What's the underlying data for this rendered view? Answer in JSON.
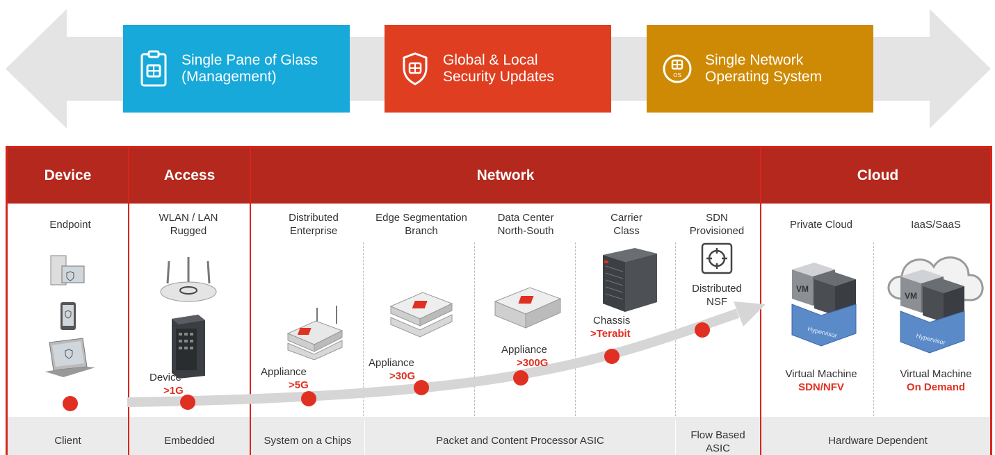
{
  "banner": {
    "boxes": [
      {
        "line1": "Single Pane of Glass",
        "line2": "(Management)",
        "color": "#16a9d9",
        "icon": "clipboard-icon"
      },
      {
        "line1": "Global & Local",
        "line2": "Security Updates",
        "color": "#e03e20",
        "icon": "shield-icon"
      },
      {
        "line1": "Single Network",
        "line2": "Operating System",
        "color": "#cf8a05",
        "icon": "os-icon",
        "icon_text": "OS"
      }
    ]
  },
  "headers": {
    "device": "Device",
    "access": "Access",
    "network": "Network",
    "cloud": "Cloud"
  },
  "columns": {
    "endpoint": "Endpoint",
    "wlan": {
      "line1": "WLAN / LAN",
      "line2": "Rugged"
    },
    "distributed": {
      "line1": "Distributed",
      "line2": "Enterprise"
    },
    "edge": {
      "line1": "Edge Segmentation",
      "line2": "Branch"
    },
    "datacenter": {
      "line1": "Data Center",
      "line2": "North-South"
    },
    "carrier": {
      "line1": "Carrier",
      "line2": "Class"
    },
    "sdn": {
      "line1": "SDN",
      "line2": "Provisioned"
    },
    "sdn_sub": {
      "line1": "Distributed",
      "line2": "NSF"
    },
    "private_cloud": "Private Cloud",
    "iaas": "IaaS/SaaS"
  },
  "speeds": {
    "device": {
      "label": "Device",
      "value": ">1G"
    },
    "appliance1": {
      "label": "Appliance",
      "value": ">5G"
    },
    "appliance2": {
      "label": "Appliance",
      "value": ">30G"
    },
    "appliance3": {
      "label": "Appliance",
      "value": ">300G"
    },
    "chassis": {
      "label": "Chassis",
      "value": ">Terabit"
    },
    "vm1": {
      "label": "Virtual Machine",
      "value": "SDN/NFV"
    },
    "vm2": {
      "label": "Virtual Machine",
      "value": "On Demand"
    }
  },
  "device_labels": {
    "vm": "VM",
    "hypervisor": "Hypervisor"
  },
  "footer": {
    "client": "Client",
    "embedded": "Embedded",
    "soc": "System on a Chips",
    "asic": "Packet  and Content Processor ASIC",
    "flow": {
      "line1": "Flow Based",
      "line2": "ASIC"
    },
    "hardware": "Hardware Dependent"
  },
  "colors": {
    "accent_red": "#e03022",
    "header_red": "#b4281d",
    "arrow_gray": "#e6e6e6"
  }
}
